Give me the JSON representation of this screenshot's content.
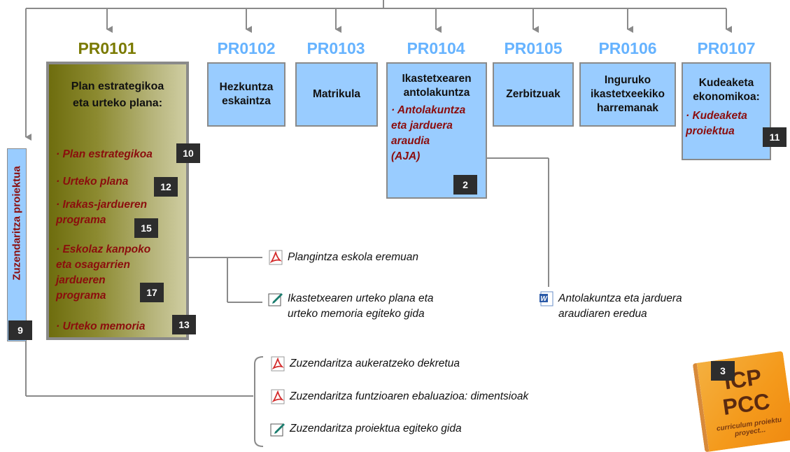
{
  "processes": [
    {
      "code": "PR0101",
      "color": "#7a7a00"
    },
    {
      "code": "PR0102",
      "title_lines": [
        "Hezkuntza",
        "eskaintza"
      ],
      "color": "#66b3ff"
    },
    {
      "code": "PR0103",
      "title_lines": [
        "Matrikula"
      ],
      "color": "#66b3ff"
    },
    {
      "code": "PR0104",
      "title_lines": [
        "Ikastetxearen",
        "antolakuntza"
      ],
      "color": "#66b3ff"
    },
    {
      "code": "PR0105",
      "title_lines": [
        "Zerbitzuak"
      ],
      "color": "#66b3ff"
    },
    {
      "code": "PR0106",
      "title_lines": [
        "Inguruko",
        "ikastetxeekiko",
        "harremanak"
      ],
      "color": "#66b3ff"
    },
    {
      "code": "PR0107",
      "title_lines": [
        "Kudeaketa",
        "ekonomikoa:"
      ],
      "color": "#66b3ff"
    }
  ],
  "pr0101": {
    "title_lines": [
      "Plan estrategikoa",
      "eta urteko plana:"
    ],
    "docs": [
      {
        "lines": [
          "· Plan estrategikoa"
        ],
        "badge": "10"
      },
      {
        "lines": [
          "· Urteko plana"
        ],
        "badge": "12"
      },
      {
        "lines": [
          "· Irakas-jardueren",
          "programa"
        ],
        "badge": "15"
      },
      {
        "lines": [
          "· Eskolaz kanpoko",
          "eta osagarrien",
          "jardueren",
          "programa"
        ],
        "badge": "17"
      },
      {
        "lines": [
          "· Urteko memoria"
        ],
        "badge": "13"
      }
    ]
  },
  "pr0104_doc": {
    "lines": [
      "· Antolakuntza",
      "eta jarduera",
      "araudia",
      "(AJA)"
    ],
    "badge": "2"
  },
  "pr0107_doc": {
    "lines": [
      "· Kudeaketa",
      "proiektua"
    ],
    "badge": "11"
  },
  "zuzendaritza": {
    "label": "Zuzendaritza proiektua",
    "badge": "9"
  },
  "resources": [
    {
      "icon": "pdf-icon",
      "lines": [
        "Plangintza eskola eremuan"
      ]
    },
    {
      "icon": "edit-icon",
      "lines": [
        "Ikastetxearen urteko plana eta",
        "urteko memoria egiteko gida"
      ]
    },
    {
      "icon": "word-doc-icon",
      "lines": [
        "Antolakuntza eta jarduera",
        "araudiaren eredua"
      ]
    },
    {
      "icon": "pdf-icon",
      "lines": [
        "Zuzendaritza aukeratzeko dekretua"
      ]
    },
    {
      "icon": "pdf-icon",
      "lines": [
        "Zuzendaritza funtzioaren ebaluazioa: dimentsioak"
      ]
    },
    {
      "icon": "edit-icon",
      "lines": [
        "Zuzendaritza proiektua egiteko gida"
      ]
    }
  ],
  "icp_book": {
    "badge": "3",
    "line1": "ICP",
    "line2": "PCC",
    "line3": [
      "curriculum proiektu",
      "proyect..."
    ]
  },
  "colors": {
    "box_fill": "#99ccff",
    "doc_text": "#8b0d0d",
    "badge": "#2d2d2d",
    "connector": "#8a8a8a"
  }
}
